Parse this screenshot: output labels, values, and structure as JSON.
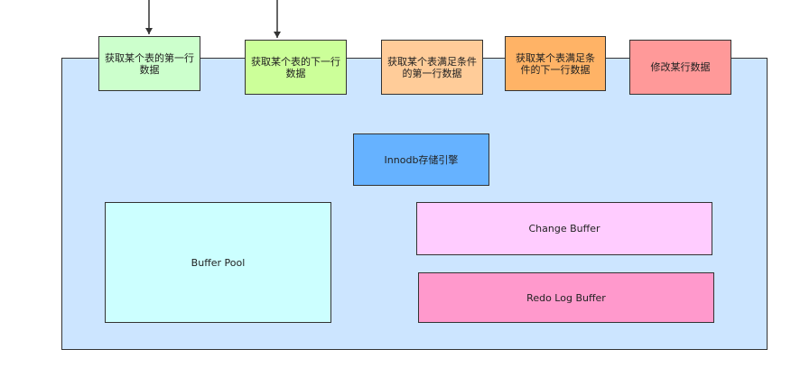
{
  "diagram": {
    "container": {
      "fill": "#cce5ff"
    },
    "operations": [
      {
        "label": "获取某个表的第一行数据",
        "fill": "#ccffcc"
      },
      {
        "label": "获取某个表的下一行数据",
        "fill": "#ccff99"
      },
      {
        "label": "获取某个表满足条件的第一行数据",
        "fill": "#ffcc99"
      },
      {
        "label": "获取某个表满足条件的下一行数据",
        "fill": "#ffb366"
      },
      {
        "label": "修改某行数据",
        "fill": "#ff9999"
      }
    ],
    "engine": {
      "label": "Innodb存储引擎",
      "fill": "#66b2ff"
    },
    "buffer_pool": {
      "label": "Buffer Pool",
      "fill": "#ccffff"
    },
    "change_buffer": {
      "label": "Change Buffer",
      "fill": "#ffccff"
    },
    "redo_log_buffer": {
      "label": "Redo Log Buffer",
      "fill": "#ff99cc"
    }
  }
}
